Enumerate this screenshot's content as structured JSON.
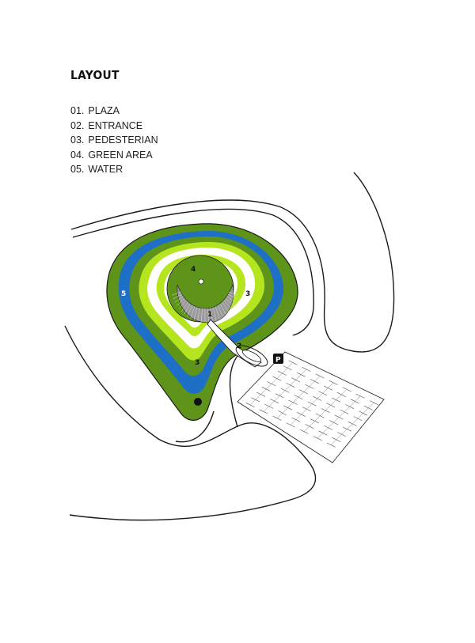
{
  "title": "LAYOUT",
  "legend": [
    {
      "number": "01.",
      "label": "PLAZA"
    },
    {
      "number": "02.",
      "label": "ENTRANCE"
    },
    {
      "number": "03.",
      "label": "PEDESTERIAN"
    },
    {
      "number": "04.",
      "label": "GREEN AREA"
    },
    {
      "number": "05.",
      "label": "WATER"
    }
  ],
  "plan_labels": {
    "plaza": "1",
    "entrance": "2",
    "pedestrian_right": "3",
    "pedestrian_bottom": "3",
    "green_area": "4",
    "water": "5",
    "parking": "P"
  },
  "colors": {
    "dark_green": "#5e9419",
    "water_blue": "#1e6fc6",
    "light_green": "#b5e51e",
    "plaza_gray": "#9a9a9a",
    "line": "#1a1a1a"
  }
}
